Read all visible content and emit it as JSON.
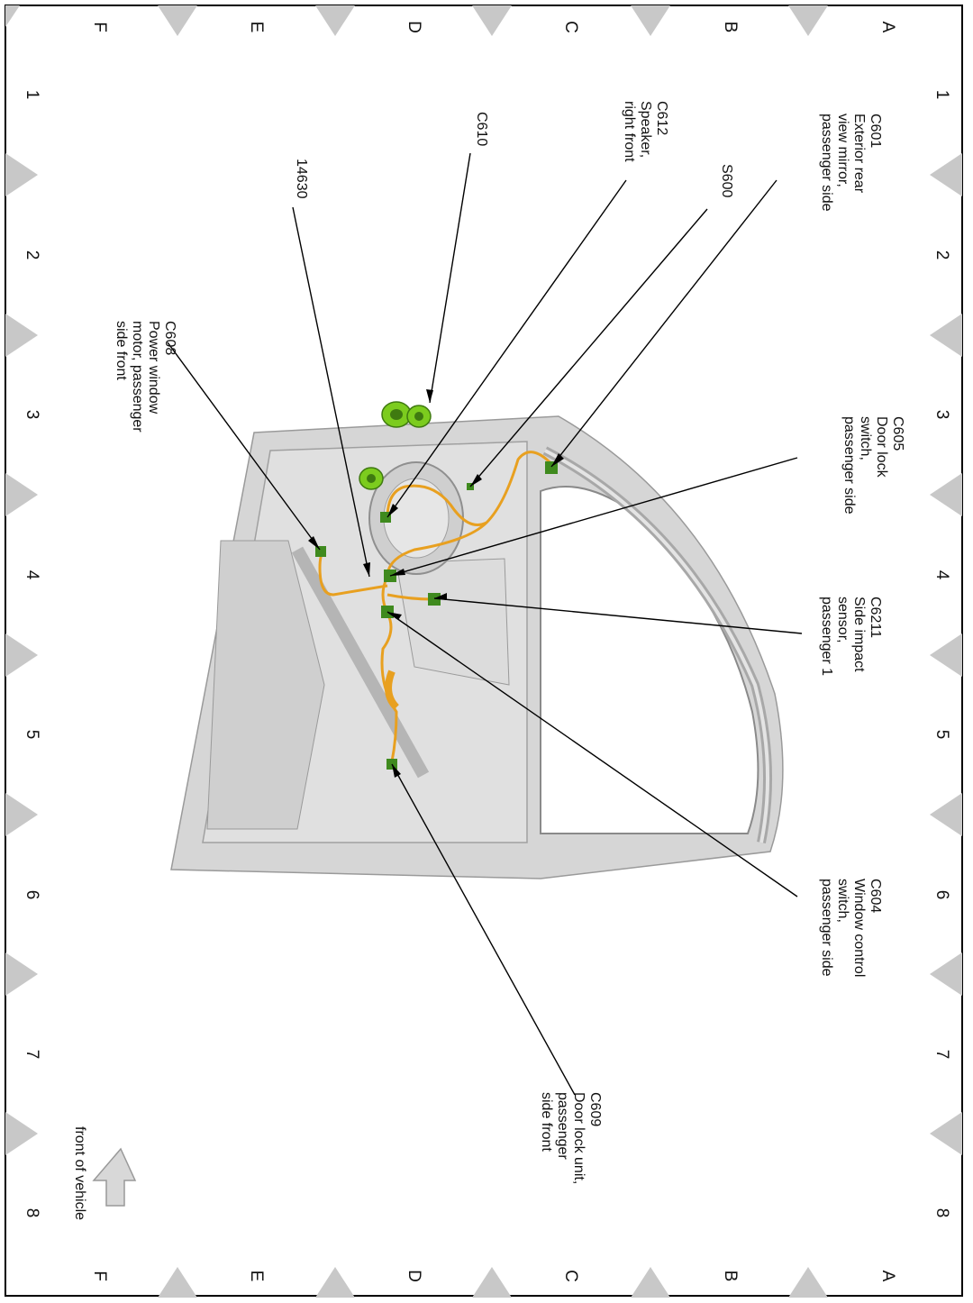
{
  "grid": {
    "rows": [
      "A",
      "B",
      "C",
      "D",
      "E",
      "F"
    ],
    "columns": [
      "1",
      "2",
      "3",
      "4",
      "5",
      "6",
      "7",
      "8"
    ]
  },
  "callouts": [
    {
      "id": "c601",
      "lines": [
        "C601",
        "Exterior rear",
        "view mirror,",
        "passenger side"
      ]
    },
    {
      "id": "s600",
      "lines": [
        "S600"
      ]
    },
    {
      "id": "c612",
      "lines": [
        "C612",
        "Speaker,",
        "right front"
      ]
    },
    {
      "id": "c610",
      "lines": [
        "C610"
      ]
    },
    {
      "id": "w14630",
      "lines": [
        "14630"
      ]
    },
    {
      "id": "c608",
      "lines": [
        "C608",
        "Power window",
        "motor, passenger",
        "side front"
      ]
    },
    {
      "id": "c605",
      "lines": [
        "C605",
        "Door lock",
        "switch,",
        "passenger side"
      ]
    },
    {
      "id": "c6211",
      "lines": [
        "C6211",
        "Side impact",
        "sensor,",
        "passenger 1"
      ]
    },
    {
      "id": "c604",
      "lines": [
        "C604",
        "Window control",
        "switch,",
        "passenger side"
      ]
    },
    {
      "id": "c609",
      "lines": [
        "C609",
        "Door lock unit,",
        "passenger",
        "side front"
      ]
    }
  ],
  "orientation": {
    "label": "front of vehicle"
  },
  "colors": {
    "border": "#000000",
    "grid_triangle": "#c8c8c8",
    "door_panel": "#d4d4d4",
    "harness": "#e8a020",
    "connector": "#3f8a1e",
    "speaker": "#7ccc1e"
  }
}
